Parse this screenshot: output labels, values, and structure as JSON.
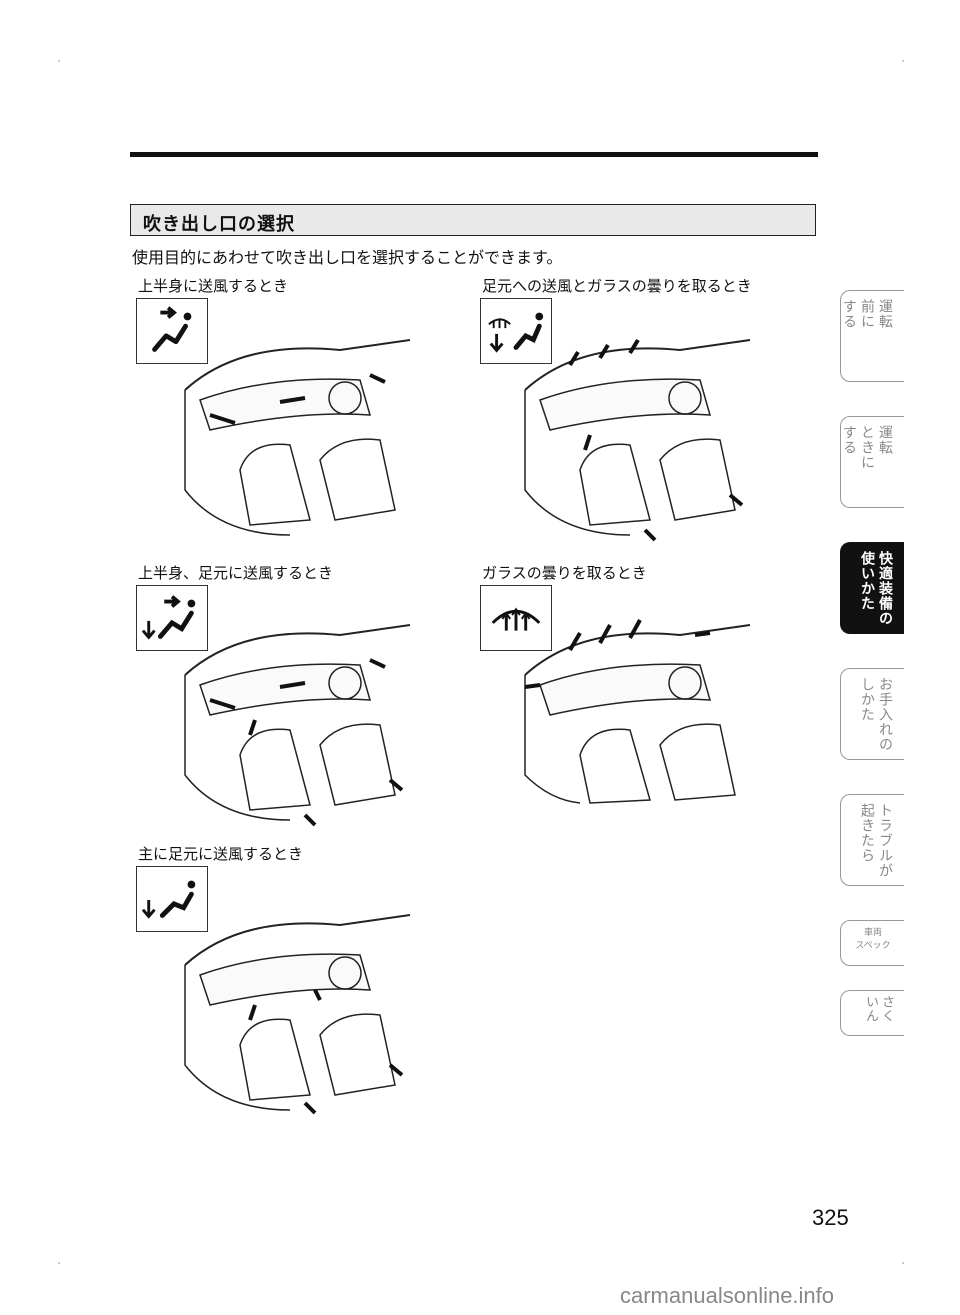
{
  "section": {
    "title": "吹き出し口の選択"
  },
  "intro": "使用目的にあわせて吹き出し口を選択することができます。",
  "modes": [
    {
      "caption": "上半身に送風するとき",
      "icon": "vent-face-icon"
    },
    {
      "caption": "足元への送風とガラスの曇りを取るとき",
      "icon": "vent-floor-defrost-icon"
    },
    {
      "caption": "上半身、足元に送風するとき",
      "icon": "vent-face-floor-icon"
    },
    {
      "caption": "ガラスの曇りを取るとき",
      "icon": "vent-defrost-icon"
    },
    {
      "caption": "主に足元に送風するとき",
      "icon": "vent-floor-icon"
    }
  ],
  "tabs": [
    {
      "label": "運転\n前に\nする",
      "active": false
    },
    {
      "label": "運転\nときに\nする",
      "active": false
    },
    {
      "label": "快適装備の\n使いかた",
      "active": true
    },
    {
      "label": "お手入れの\nしかた",
      "active": false
    },
    {
      "label": "トラブルが\n起きたら",
      "active": false
    },
    {
      "label": "車両\nスペック",
      "active": false
    },
    {
      "label": "さく\nいん",
      "active": false
    }
  ],
  "page_number": "325",
  "watermark": "carmanualsonline.info"
}
